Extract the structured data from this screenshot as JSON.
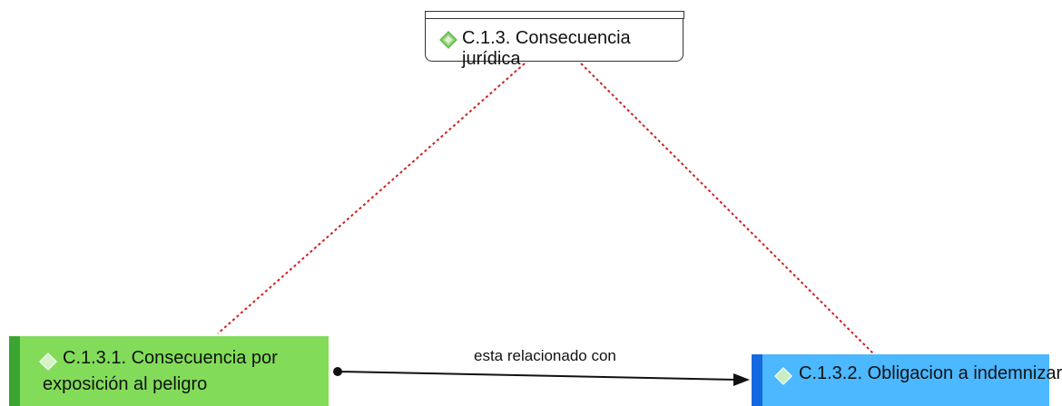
{
  "diagram": {
    "root": {
      "label": "C.1.3. Consecuencia jurídica",
      "icon": "green-diamond-icon"
    },
    "left": {
      "line1": "C.1.3.1. Consecuencia por",
      "line2": "exposición al peligro",
      "icon": "green-diamond-icon",
      "color": "#82dc5a"
    },
    "right": {
      "label": "C.1.3.2. Obligacion a indemnizar",
      "icon": "green-diamond-icon",
      "color": "#4bb8ff"
    },
    "relation": {
      "label": "esta relacionado con"
    },
    "colors": {
      "dashed_link": "#cc2222",
      "arrow": "#111111"
    }
  }
}
